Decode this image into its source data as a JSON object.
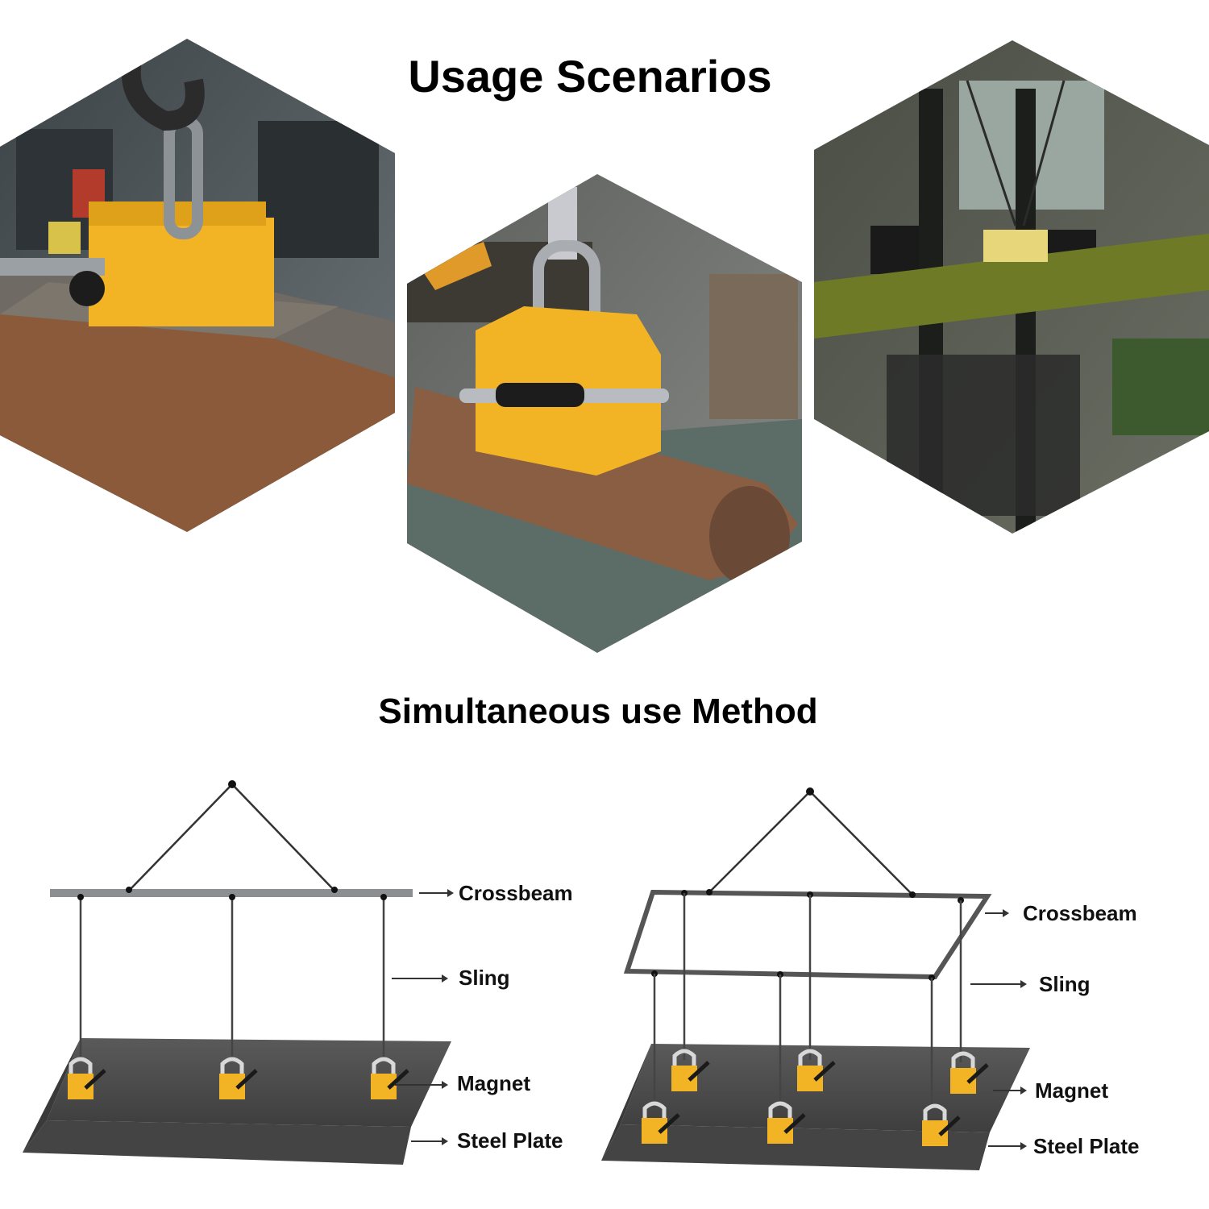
{
  "titles": {
    "usage": "Usage Scenarios",
    "method": "Simultaneous use Method"
  },
  "photos": [
    {
      "subject": "yellow lifting magnet on rusty steel block hung from crane hook"
    },
    {
      "subject": "yellow lifting magnet on round steel bar"
    },
    {
      "subject": "lifting magnet on steel beam carried by forklift"
    }
  ],
  "diagram_left": {
    "labels": {
      "crossbeam": "Crossbeam",
      "sling": "Sling",
      "magnet": "Magnet",
      "steel_plate": "Steel Plate"
    },
    "magnet_count": 3
  },
  "diagram_right": {
    "labels": {
      "crossbeam": "Crossbeam",
      "sling": "Sling",
      "magnet": "Magnet",
      "steel_plate": "Steel Plate"
    },
    "magnet_count": 6
  },
  "colors": {
    "magnet": "#f2b424",
    "plate": "#4a4a4a",
    "rust": "#8a5a3a",
    "sling": "#333333"
  }
}
